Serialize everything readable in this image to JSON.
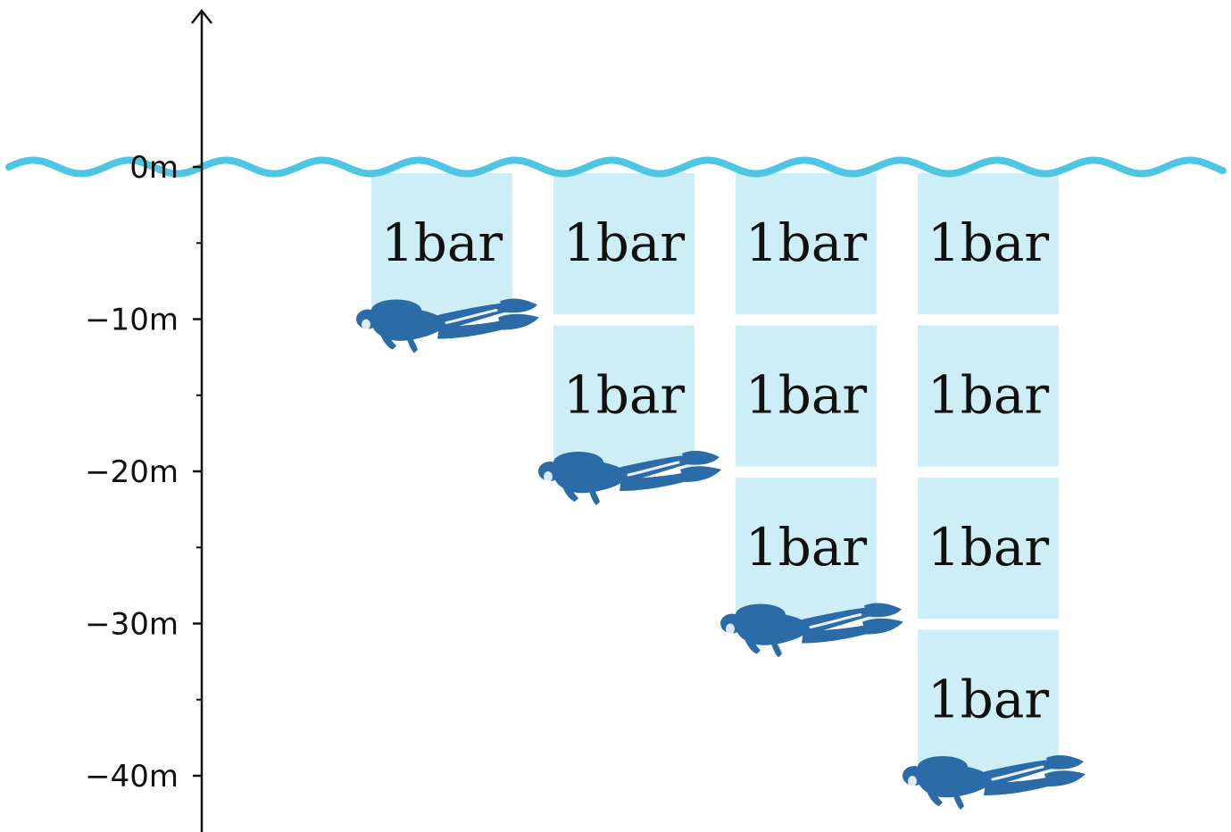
{
  "depth_axis": {
    "ticks": [
      {
        "depth": 0,
        "label": "0m"
      },
      {
        "depth": -10,
        "label": "−10m"
      },
      {
        "depth": -20,
        "label": "−20m"
      },
      {
        "depth": -30,
        "label": "−30m"
      },
      {
        "depth": -40,
        "label": "−40m"
      }
    ],
    "minor_ticks": [
      -5,
      -15,
      -25,
      -35
    ]
  },
  "pressure_columns": [
    {
      "diver_depth": -10,
      "boxes": [
        "1bar"
      ]
    },
    {
      "diver_depth": -20,
      "boxes": [
        "1bar",
        "1bar"
      ]
    },
    {
      "diver_depth": -30,
      "boxes": [
        "1bar",
        "1bar",
        "1bar"
      ]
    },
    {
      "diver_depth": -40,
      "boxes": [
        "1bar",
        "1bar",
        "1bar",
        "1bar"
      ]
    }
  ],
  "colors": {
    "water_line": "#4cc6e2",
    "pressure_box": "#cdeef6",
    "diver": "#2b6ca8",
    "axis": "#111111"
  },
  "icons": {
    "diver": "scuba-diver-icon"
  }
}
